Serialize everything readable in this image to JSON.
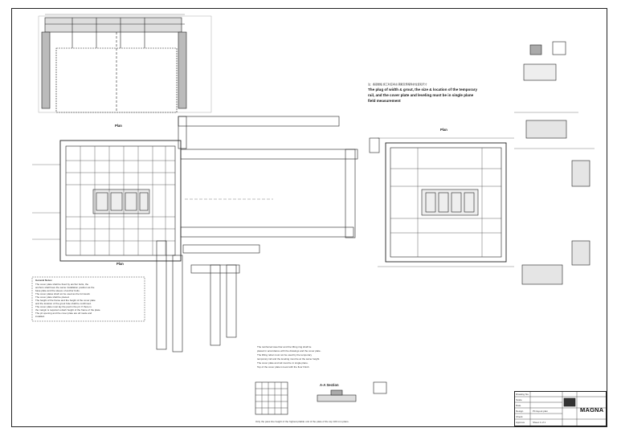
{
  "drawing": {
    "plan_label_1": "Plan",
    "plan_label_2": "Plan",
    "plan_label_3": "Plan",
    "right_note_cn": "注：各层楼板 施工时应考虑 钢筋及预埋件的位置和尺寸",
    "right_note_1": "The plug of width & grout, the size & location of the temporary",
    "right_note_2": "rail, and the cover plate and leveling must be in single plane",
    "right_note_3": "field measurement",
    "detail_label": "A-A Section",
    "legend_line": "Only the pass line height of the highest pliable unit of the plate of the top 100 mm plans.",
    "brand": "MAGNA"
  },
  "notes_left": {
    "heading": "General Notes:",
    "lines": [
      "The cover plate shall be fixed by anchor bolts, the",
      "anchors shall have the same installation position as the",
      "base plate and the sleeve of anchor bolts.",
      "The cover plates shall not be used as the formwork",
      "The cover plate shall be placed.",
      "The height of the frame and the height of the cover plate",
      "and the location of the grout hole shall be confirmed.",
      "The cover plate must lay the pad in the pit. If there is",
      "the margin is required a dash height of the frame of the plate.",
      "The pit opening and the cover plate are all made and",
      "installed."
    ]
  },
  "notes_middle": {
    "lines": [
      "The reinforced steel bar and the lifting ring shall be",
      "placed in accordance with the drawings and the cover plate.",
      "The lifting rebar must not be used by the temporary",
      "temporary rail and the leveling must be at the same height.",
      "The cover plate and rail must be in single plane.",
      "Top of the cover plate is level with the floor finish."
    ]
  },
  "titleblock": {
    "rows": [
      "Drawing No.",
      "Scale",
      "Date",
      "Design",
      "Check",
      "Approve"
    ],
    "project": "Pit layout plan",
    "sheet": "Sheet 1 of 1"
  }
}
